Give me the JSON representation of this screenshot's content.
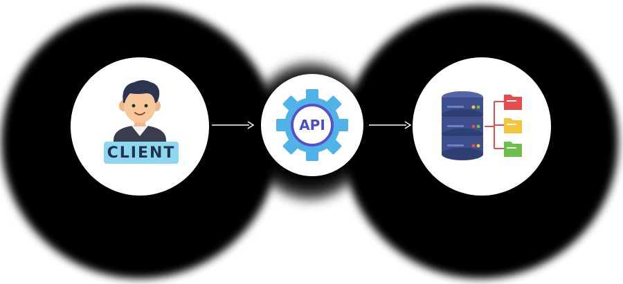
{
  "diagram": {
    "nodes": [
      {
        "id": "client",
        "icon": "person-icon",
        "label": "CLIENT"
      },
      {
        "id": "api",
        "icon": "gear-icon",
        "label": "API"
      },
      {
        "id": "database",
        "icon": "database-server-icon",
        "label": ""
      }
    ],
    "edges": [
      {
        "from": "client",
        "to": "api"
      },
      {
        "from": "api",
        "to": "database"
      }
    ],
    "colors": {
      "background": "#000000",
      "node_fill": "#ffffff",
      "client_badge": "#8fd7ee",
      "client_text": "#1e3350",
      "gear": "#4fb3e8",
      "api_text": "#4b4ec9",
      "db_body": "#3c4f8c",
      "folder_red": "#e84c4c",
      "folder_yellow": "#f6c43a",
      "folder_green": "#6cc04a",
      "arrow": "#ffffff"
    }
  }
}
